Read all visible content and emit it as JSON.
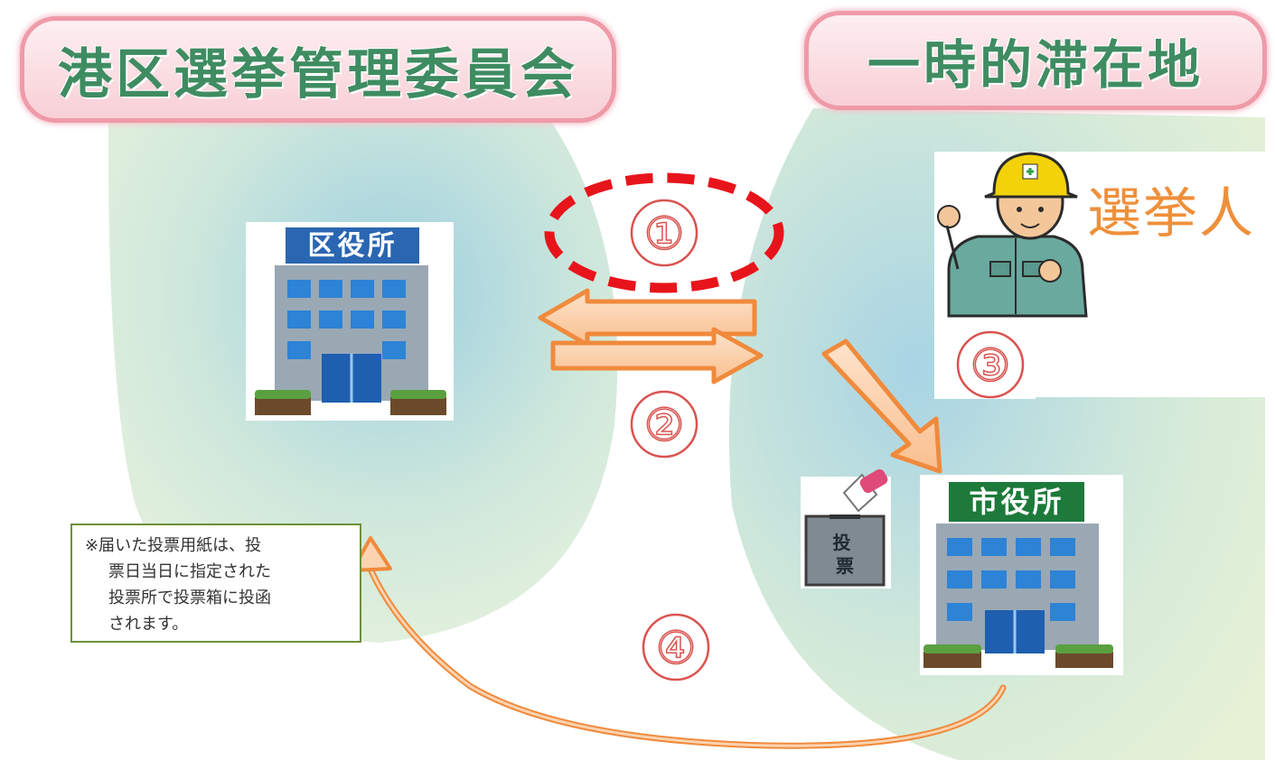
{
  "left_title": "港区選挙管理委員会",
  "right_title": "一時的滞在地",
  "ward_office_label": "区役所",
  "city_office_label": "市役所",
  "voter_label": "選挙人",
  "ballot_box_label": "投票",
  "steps": [
    "①",
    "②",
    "③",
    "④"
  ],
  "note": {
    "line1": "※届いた投票用紙は、投",
    "line2": "票日当日に指定された",
    "line3": "投票所で投票箱に投函",
    "line4": "されます。"
  },
  "colors": {
    "title_text": "#3f8c62",
    "title_border": "#ef9aa8",
    "arrow_fill": "#fbd3b0",
    "arrow_stroke": "#f08a3c",
    "step_number": "#d9534f",
    "highlight_ellipse": "#e8141b",
    "building_sign": "#2a66b1",
    "city_sign": "#1d7a3a"
  }
}
